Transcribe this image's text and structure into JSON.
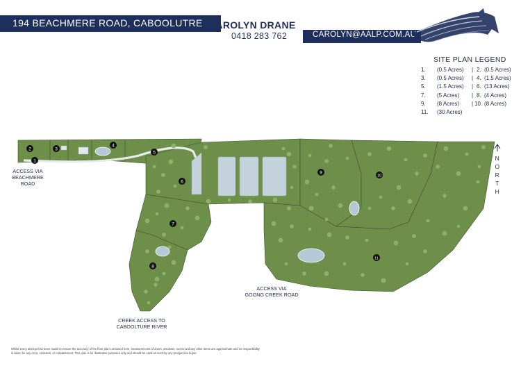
{
  "header": {
    "address": "194 BEACHMERE ROAD, CABOOLUTRE",
    "agent_name": "CAROLYN DRANE",
    "phone": "0418 283 762",
    "email": "CAROLYN@AALP.COM.AU",
    "brand_color": "#1e2f5c"
  },
  "legend": {
    "title": "SITE PLAN LEGEND",
    "rows": [
      {
        "a_num": "1.",
        "a_size": "(0.5 Acres)",
        "sep": "|",
        "b_num": "2.",
        "b_size": "(0.5 Acres)"
      },
      {
        "a_num": "3.",
        "a_size": "(0.5 Acres)",
        "sep": "|",
        "b_num": "4.",
        "b_size": "(1.5 Acres)"
      },
      {
        "a_num": "5.",
        "a_size": "(1.5 Acres)",
        "sep": "|",
        "b_num": "6.",
        "b_size": "(13 Acres)"
      },
      {
        "a_num": "7.",
        "a_size": "(5 Acres)",
        "sep": "|",
        "b_num": "8.",
        "b_size": "(4 Acres)"
      },
      {
        "a_num": "9.",
        "a_size": "(8 Acres)",
        "sep": "|",
        "b_num": "10.",
        "b_size": "(8 Acres)"
      },
      {
        "a_num": "11.",
        "a_size": "(30 Acres)",
        "sep": "",
        "b_num": "",
        "b_size": ""
      }
    ]
  },
  "map": {
    "lot_markers": [
      "1",
      "2",
      "3",
      "4",
      "5",
      "6",
      "7",
      "8",
      "9",
      "10",
      "11"
    ],
    "labels": {
      "access_beachmere_1": "ACCESS VIA",
      "access_beachmere_2": "BEACHMERE",
      "access_beachmere_3": "ROAD",
      "access_goong_1": "ACCESS VIA",
      "access_goong_2": "GOONG CREEK ROAD",
      "creek_access_1": "CREEK ACCESS TO",
      "creek_access_2": "CABOOLTURE RIVER"
    },
    "north_letters": [
      "N",
      "O",
      "R",
      "T",
      "H"
    ],
    "colors": {
      "land": "#6e8f4a",
      "land_light": "#7d9c57",
      "tree": "#8fb067",
      "water": "#b5c8d6",
      "shed": "#c4d2dc",
      "boundary": "#3c4f2c",
      "marker": "#111111"
    }
  },
  "disclaimer": "Whilst every attempt has been made to ensure the accuracy of the floor plan contained here, measurements of doors, windows, rooms and any other items are approximate and no responsibility is taken for any error, omission, or misstatement. This plan is for illustrative purposes only and should be used as such by any prospective buyer."
}
